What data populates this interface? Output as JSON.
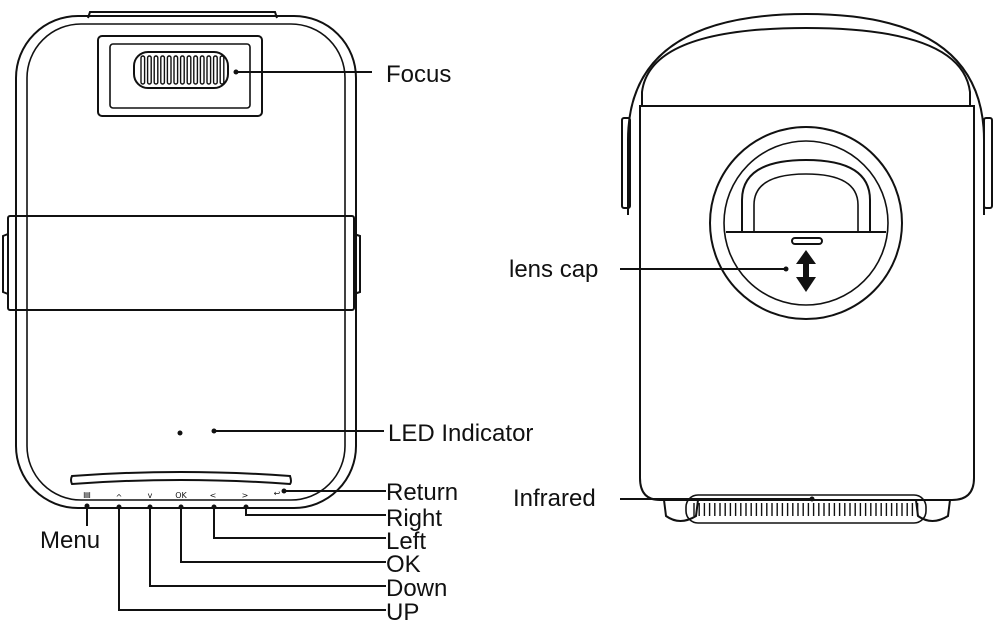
{
  "labels": {
    "focus": "Focus",
    "led_indicator": "LED Indicator",
    "return": "Return",
    "right": "Right",
    "left": "Left",
    "ok": "OK",
    "down": "Down",
    "up": "UP",
    "menu": "Menu",
    "lens_cap": "lens cap",
    "infrared": "Infrared"
  },
  "button_glyphs": {
    "menu": "▤",
    "up": "^",
    "down": "v",
    "ok": "OK",
    "left": "<",
    "right": ">",
    "return": "↩"
  }
}
